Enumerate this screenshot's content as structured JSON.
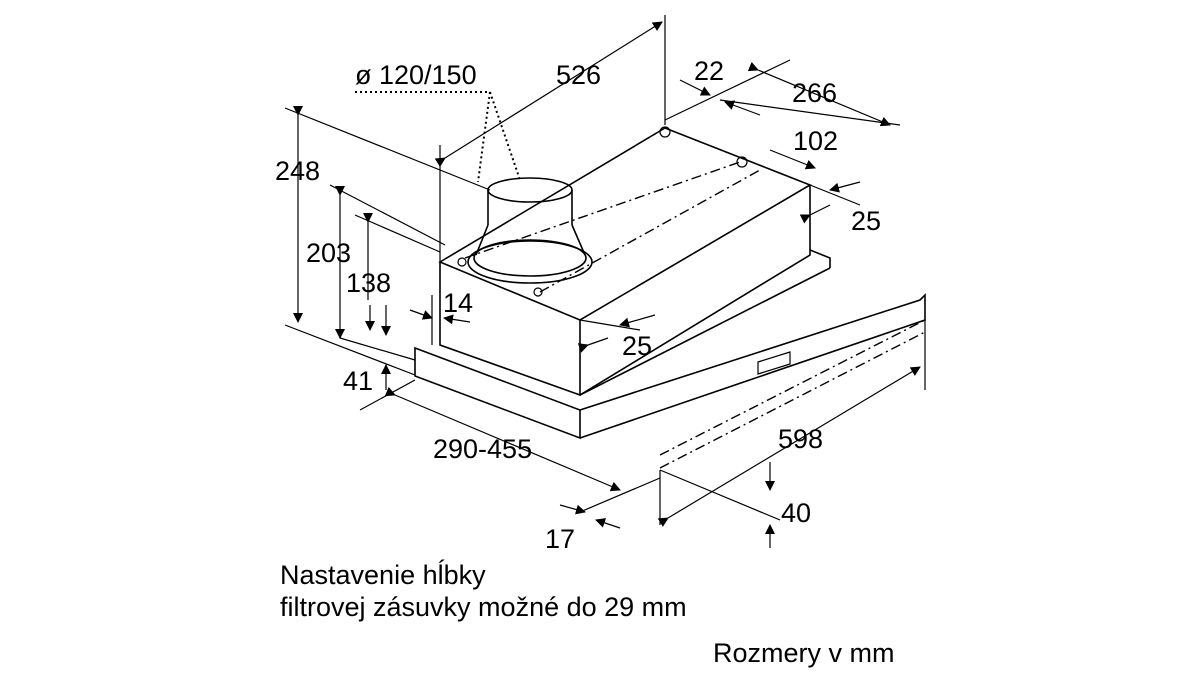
{
  "dimensions": {
    "duct_diameter": "ø 120/150",
    "depth_526": "526",
    "d22": "22",
    "d266": "266",
    "d102": "102",
    "d25_right": "25",
    "height_248": "248",
    "height_203": "203",
    "height_138": "138",
    "d14": "14",
    "d25_front": "25",
    "d41": "41",
    "range_290_455": "290-455",
    "width_598": "598",
    "d40": "40",
    "d17": "17"
  },
  "notes": {
    "line1": "Nastavenie hĺbky",
    "line2": "filtrovej zásuvky možné do 29 mm",
    "units": "Rozmery v mm"
  }
}
